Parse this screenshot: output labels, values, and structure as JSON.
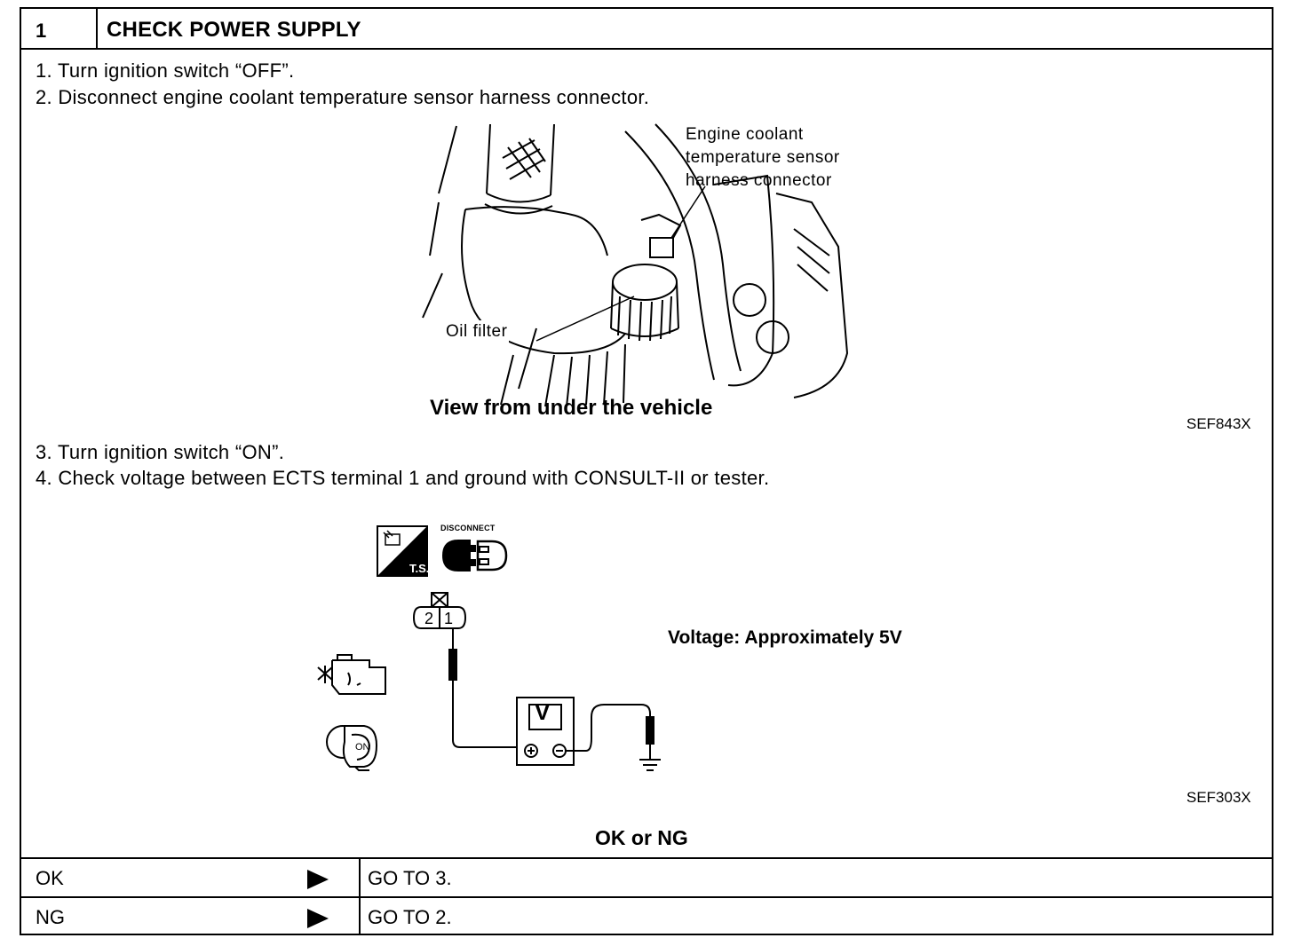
{
  "step": {
    "number": "1",
    "title": "CHECK POWER SUPPLY"
  },
  "instructions_a": [
    "1.  Turn ignition switch “OFF”.",
    "2.  Disconnect engine coolant temperature sensor harness connector."
  ],
  "figure1": {
    "callout_connector": [
      "Engine coolant",
      "temperature sensor",
      "harness connector"
    ],
    "callout_filter": "Oil filter",
    "caption": "View from under the vehicle",
    "code": "SEF843X"
  },
  "instructions_b": [
    "3.  Turn ignition switch “ON”.",
    "4.  Check voltage between ECTS terminal 1 and ground with CONSULT-II or tester."
  ],
  "figure2": {
    "ts_badge": "T.S.",
    "disconnect_label": "DISCONNECT",
    "terminal_2": "2",
    "terminal_1": "1",
    "meter_symbol": "V",
    "ignition_on": "ON",
    "spec": "Voltage: Approximately 5V",
    "code": "SEF303X"
  },
  "question": "OK or NG",
  "results": [
    {
      "label": "OK",
      "action": "GO TO 3."
    },
    {
      "label": "NG",
      "action": "GO TO 2."
    }
  ],
  "icons": {
    "arrow": "play-arrow-icon",
    "meter": "voltmeter-icon",
    "ground": "ground-icon",
    "engine": "engine-icon",
    "key": "ignition-key-icon"
  }
}
